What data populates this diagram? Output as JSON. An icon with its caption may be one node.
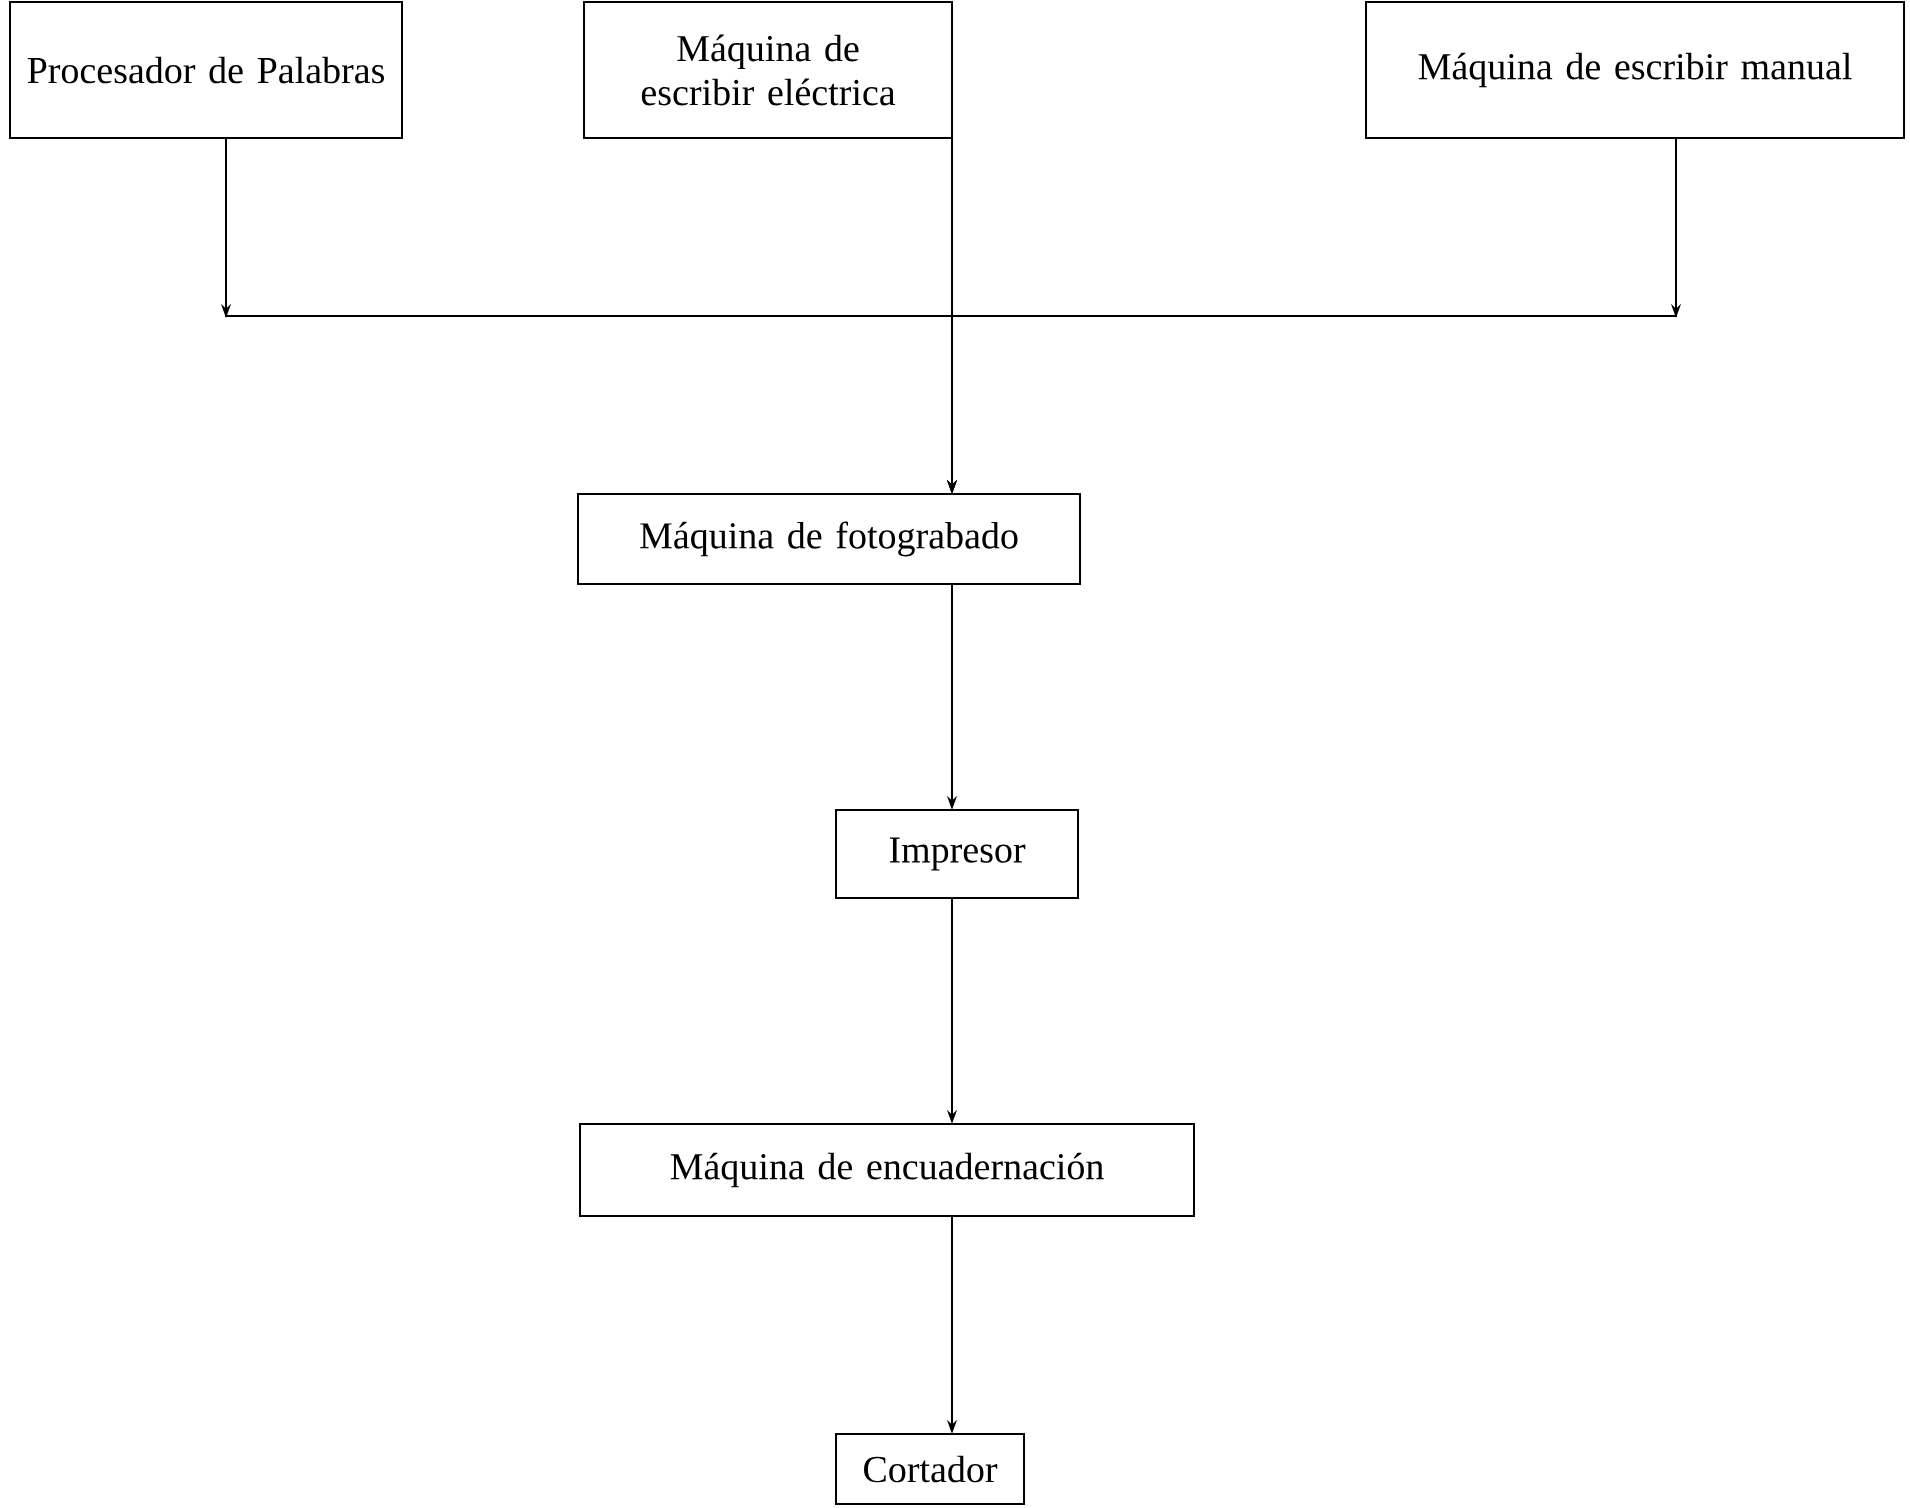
{
  "diagram": {
    "nodes": [
      {
        "text": [
          "Procesador de Palabras"
        ]
      },
      {
        "text": [
          "Máquina de escribir eléctrica"
        ]
      },
      {
        "text": [
          "Máquina de escribir manual"
        ]
      },
      {
        "text": [
          "Máquina de fotograbado"
        ]
      },
      {
        "text": [
          "Impresor"
        ]
      },
      {
        "text": [
          "Máquina de encuadernación"
        ]
      },
      {
        "text": [
          "Cortador"
        ]
      }
    ],
    "edges": [
      {
        "from": 0,
        "to": 3,
        "arrow": "to"
      },
      {
        "from": 1,
        "to": 3,
        "arrow": "to"
      },
      {
        "from": 2,
        "to": 3,
        "arrow": "to"
      },
      {
        "from": 3,
        "to": 4,
        "arrow": "to"
      },
      {
        "from": 4,
        "to": 5,
        "arrow": "to"
      },
      {
        "from": 5,
        "to": 6,
        "arrow": "to"
      }
    ]
  }
}
